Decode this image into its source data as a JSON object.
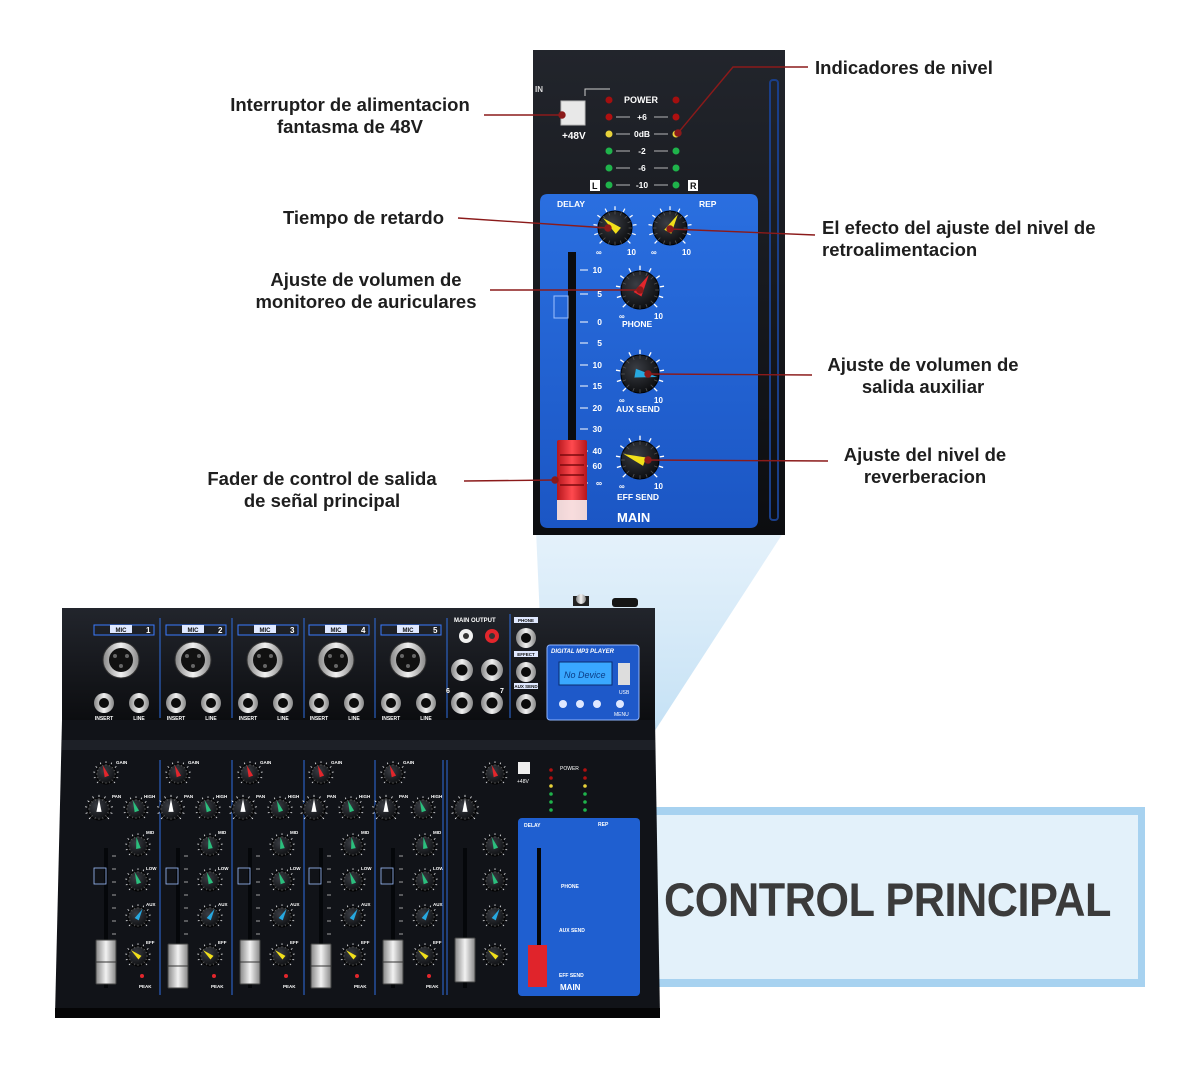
{
  "callouts": {
    "phantom_power": [
      "Interruptor de alimentacion",
      "fantasma de 48V"
    ],
    "level_indicators": [
      "Indicadores de nivel"
    ],
    "delay_time": [
      "Tiempo de retardo"
    ],
    "feedback_effect": [
      "El efecto del ajuste del nivel de",
      "retroalimentacion"
    ],
    "headphone_volume": [
      "Ajuste de volumen de",
      "monitoreo de auriculares"
    ],
    "aux_volume": [
      "Ajuste de volumen de",
      "salida auxiliar"
    ],
    "reverb_level": [
      "Ajuste del nivel de",
      "reverberacion"
    ],
    "main_fader": [
      "Fader de control de salida",
      "de señal principal"
    ]
  },
  "banner": {
    "title": "CONTROL PRINCIPAL"
  },
  "panel": {
    "in_label": "IN",
    "phantom_label": "+48V",
    "power_label": "POWER",
    "led_labels": [
      "+6",
      "0dB",
      "-2",
      "-6",
      "-10"
    ],
    "left_tag": "L",
    "right_tag": "R",
    "delay_label": "DELAY",
    "rep_label": "REP",
    "phone_label": "PHONE",
    "aux_label": "AUX SEND",
    "eff_label": "EFF SEND",
    "main_label": "MAIN",
    "knob_min": "∞",
    "knob_max": "10",
    "fader_scale": [
      "10",
      "5",
      "0",
      "5",
      "10",
      "15",
      "20",
      "30",
      "40",
      "60",
      "∞"
    ]
  },
  "mixer": {
    "channels": [
      {
        "mic": "MIC",
        "num": "1"
      },
      {
        "mic": "MIC",
        "num": "2"
      },
      {
        "mic": "MIC",
        "num": "3"
      },
      {
        "mic": "MIC",
        "num": "4"
      },
      {
        "mic": "MIC",
        "num": "5"
      }
    ],
    "insert_label": "INSERT",
    "line_label": "LINE",
    "main_output": "MAIN OUTPUT",
    "phone_jack": "PHONE",
    "effect_jack": "EFFECT",
    "aux_jack": "AUX SEND",
    "stereo_a": "6",
    "stereo_b": "7",
    "mp3_title": "DIGITAL MP3 PLAYER",
    "mp3_screen": "No Device",
    "usb_label": "USB",
    "menu_label": "MENU",
    "gain_label": "GAIN",
    "pan_label": "PAN",
    "high_label": "HIGH",
    "mid_label": "MID",
    "low_label": "LOW",
    "aux_label": "AUX",
    "eff_label": "EFF",
    "peak_label": "PEAK",
    "mini_power": "POWER",
    "mini_48v": "+48V",
    "mini_delay": "DELAY",
    "mini_rep": "REP",
    "mini_phone": "PHONE",
    "mini_aux": "AUX SEND",
    "mini_eff": "EFF SEND",
    "mini_main": "MAIN"
  },
  "colors": {
    "panel_blue": "#1f5fd0",
    "panel_black": "#121419",
    "callout_line": "#8b1a1a",
    "banner_bg": "#d9ecf8",
    "banner_border": "#a9d3f0",
    "fader_red": "#e0242b"
  }
}
